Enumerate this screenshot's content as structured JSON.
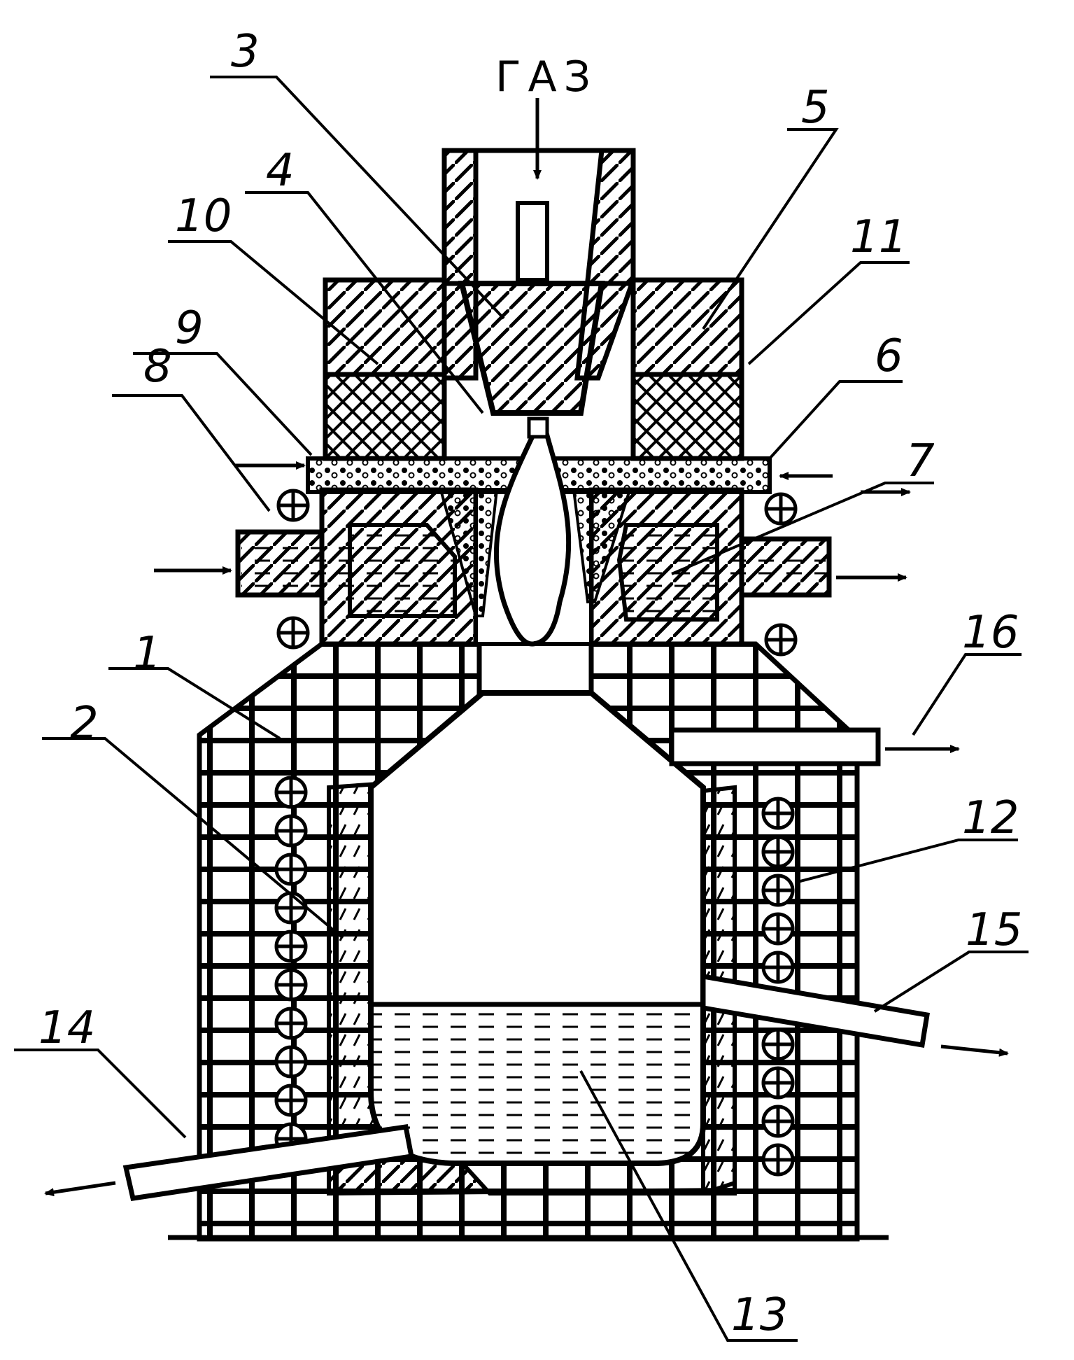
{
  "figure": {
    "gas_label": "ГАЗ",
    "labels": [
      "1",
      "2",
      "3",
      "4",
      "5",
      "6",
      "7",
      "8",
      "9",
      "10",
      "11",
      "12",
      "13",
      "14",
      "15",
      "16"
    ]
  }
}
